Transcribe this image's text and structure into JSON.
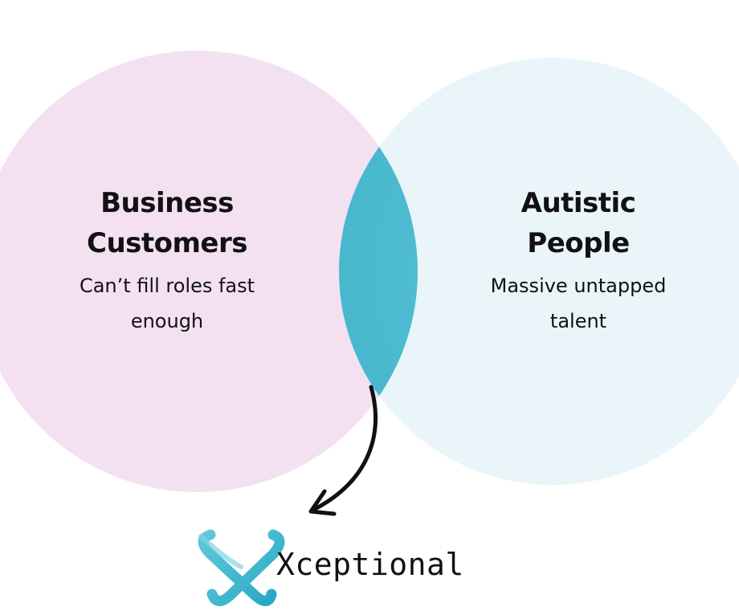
{
  "left_set": {
    "title": "Business\nCustomers",
    "description": "Can’t fill roles fast\nenough"
  },
  "right_set": {
    "title": "Autistic\nPeople",
    "description": "Massive untapped\ntalent"
  },
  "brand": {
    "name": "Xceptional",
    "icon": "x-logo-icon"
  },
  "colors": {
    "left_circle": "#f3e1f1",
    "right_circle": "#eaf5f9",
    "overlap": "#54bed2",
    "logo_stroke": "#4cbfd3",
    "text": "#111111"
  }
}
